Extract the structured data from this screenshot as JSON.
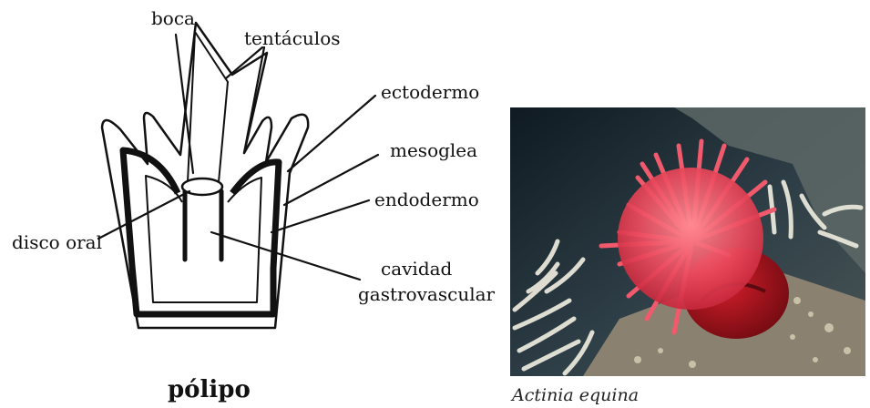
{
  "diagram": {
    "title": "pólipo",
    "labels": {
      "boca": "boca",
      "tentaculos": "tentáculos",
      "ectodermo": "ectodermo",
      "mesoglea": "mesoglea",
      "endodermo": "endodermo",
      "disco_oral": "disco oral",
      "cavidad_line1": "cavidad",
      "cavidad_line2": "gastrovascular"
    }
  },
  "photo": {
    "caption": "Actinia equina",
    "colors": {
      "anemone": "#e8475a",
      "body": "#b2141e",
      "background": "#22303a"
    }
  }
}
